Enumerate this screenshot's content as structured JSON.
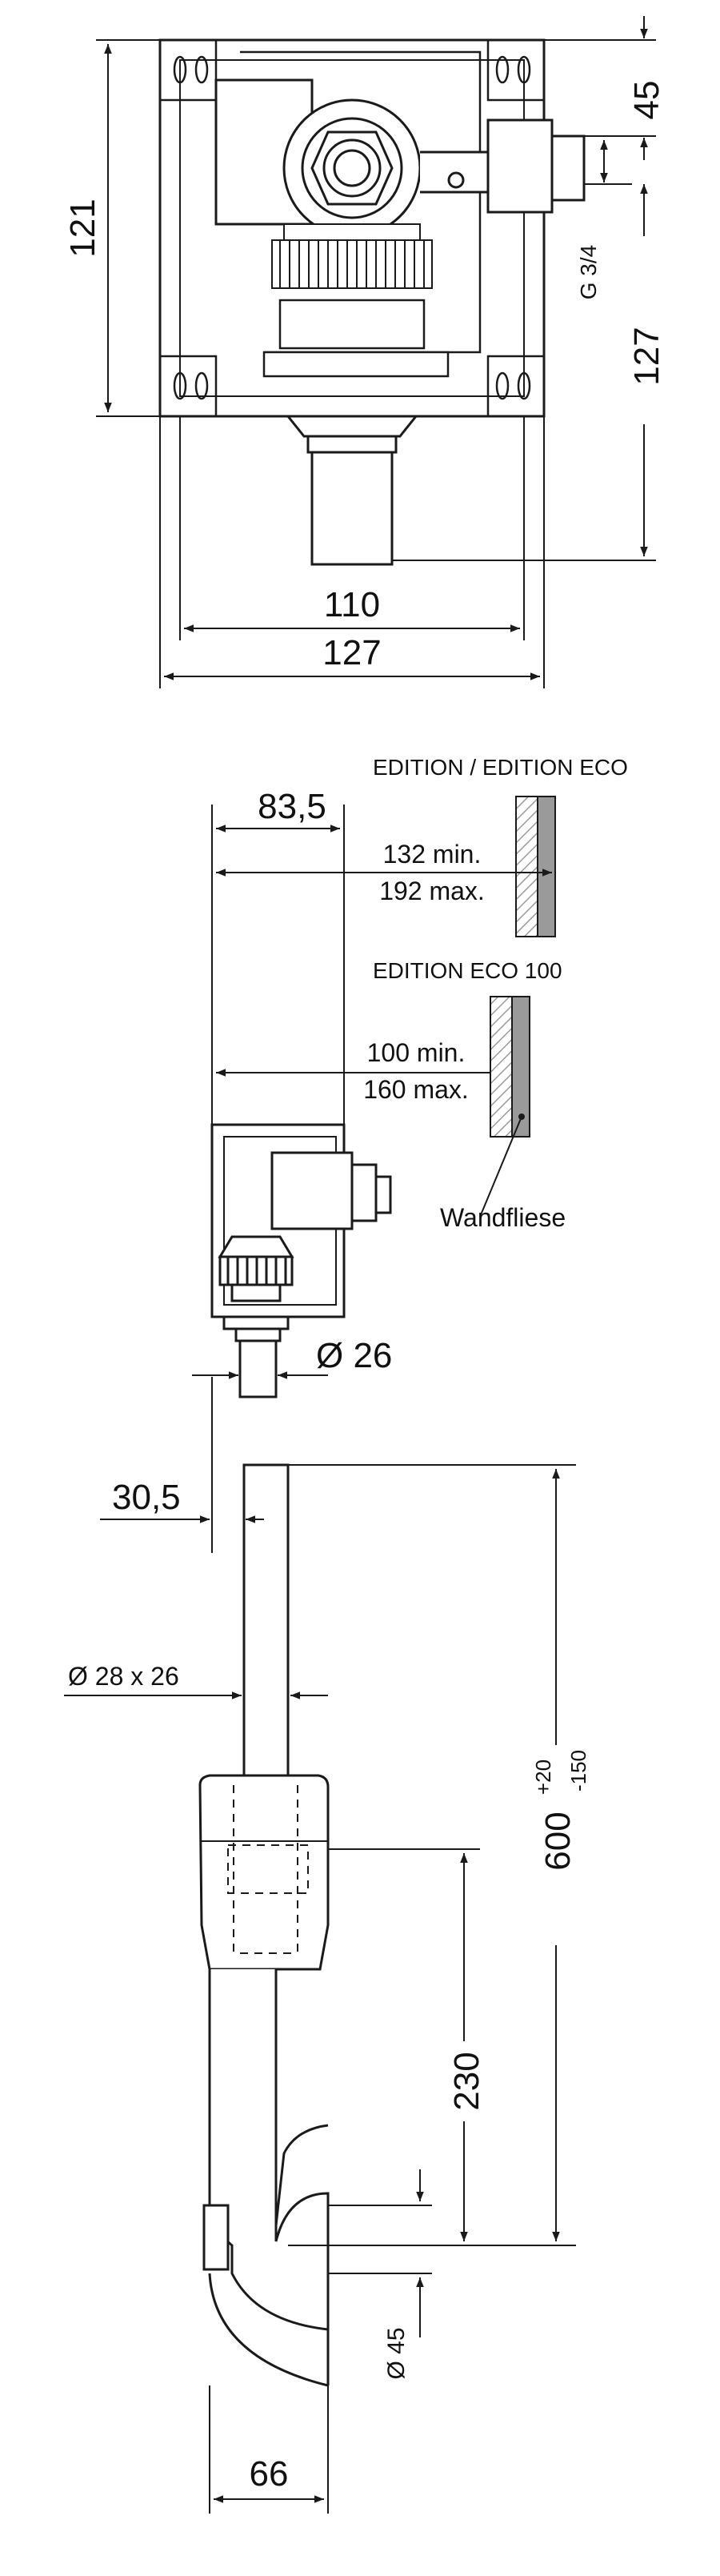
{
  "colors": {
    "line": "#1a1a1a",
    "part_fill": "#ffffff",
    "wall_gray": "#9a9a9a",
    "hatch": "#d9d9d9"
  },
  "top_view": {
    "dim_height": "121",
    "dim_top_right": "45",
    "dim_right": "127",
    "thread_label": "G 3/4",
    "dim_width_inner": "110",
    "dim_width_outer": "127"
  },
  "side_view": {
    "dim_depth": "83,5",
    "edition_label": "EDITION / EDITION ECO",
    "edition_min": "132 min.",
    "edition_max": "192 max.",
    "eco100_label": "EDITION ECO 100",
    "eco100_min": "100 min.",
    "eco100_max": "160 max.",
    "tile_label": "Wandfliese",
    "dim_outlet": "Ø 26"
  },
  "pipe_view": {
    "dim_offset": "30,5",
    "dim_pipe": "Ø 28 x 26",
    "dim_length": "600",
    "tol_plus": "+20",
    "tol_minus": "-150",
    "dim_230": "230",
    "dim_45": "Ø 45",
    "dim_66": "66"
  }
}
